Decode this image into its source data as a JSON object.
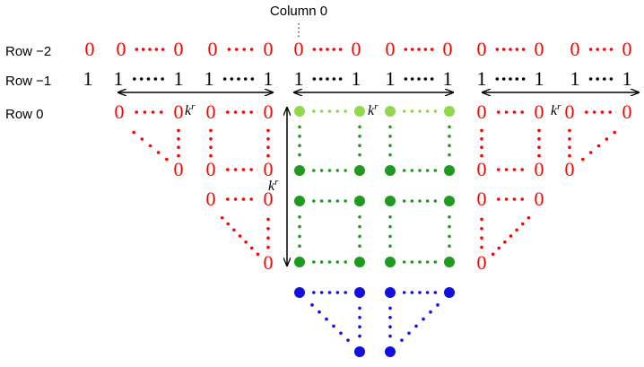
{
  "labels": {
    "column0": "Column 0",
    "row_minus2": "Row −2",
    "row_minus1": "Row −1",
    "row0": "Row 0"
  },
  "symbols": {
    "zero": "0",
    "one": "1",
    "k_base": "k",
    "k_sup": "r"
  },
  "colors": {
    "red": "#ff0000",
    "black": "#000000",
    "light_green": "#8fd94a",
    "green": "#1e9a1e",
    "blue": "#1010e0"
  }
}
